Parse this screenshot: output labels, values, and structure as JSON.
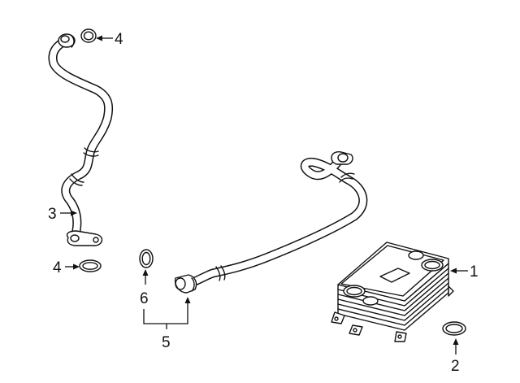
{
  "callouts": {
    "c1": "1",
    "c2": "2",
    "c3": "3",
    "c4_top": "4",
    "c4_bottom": "4",
    "c5": "5",
    "c6": "6"
  },
  "colors": {
    "line": "#111111",
    "background": "#ffffff"
  }
}
